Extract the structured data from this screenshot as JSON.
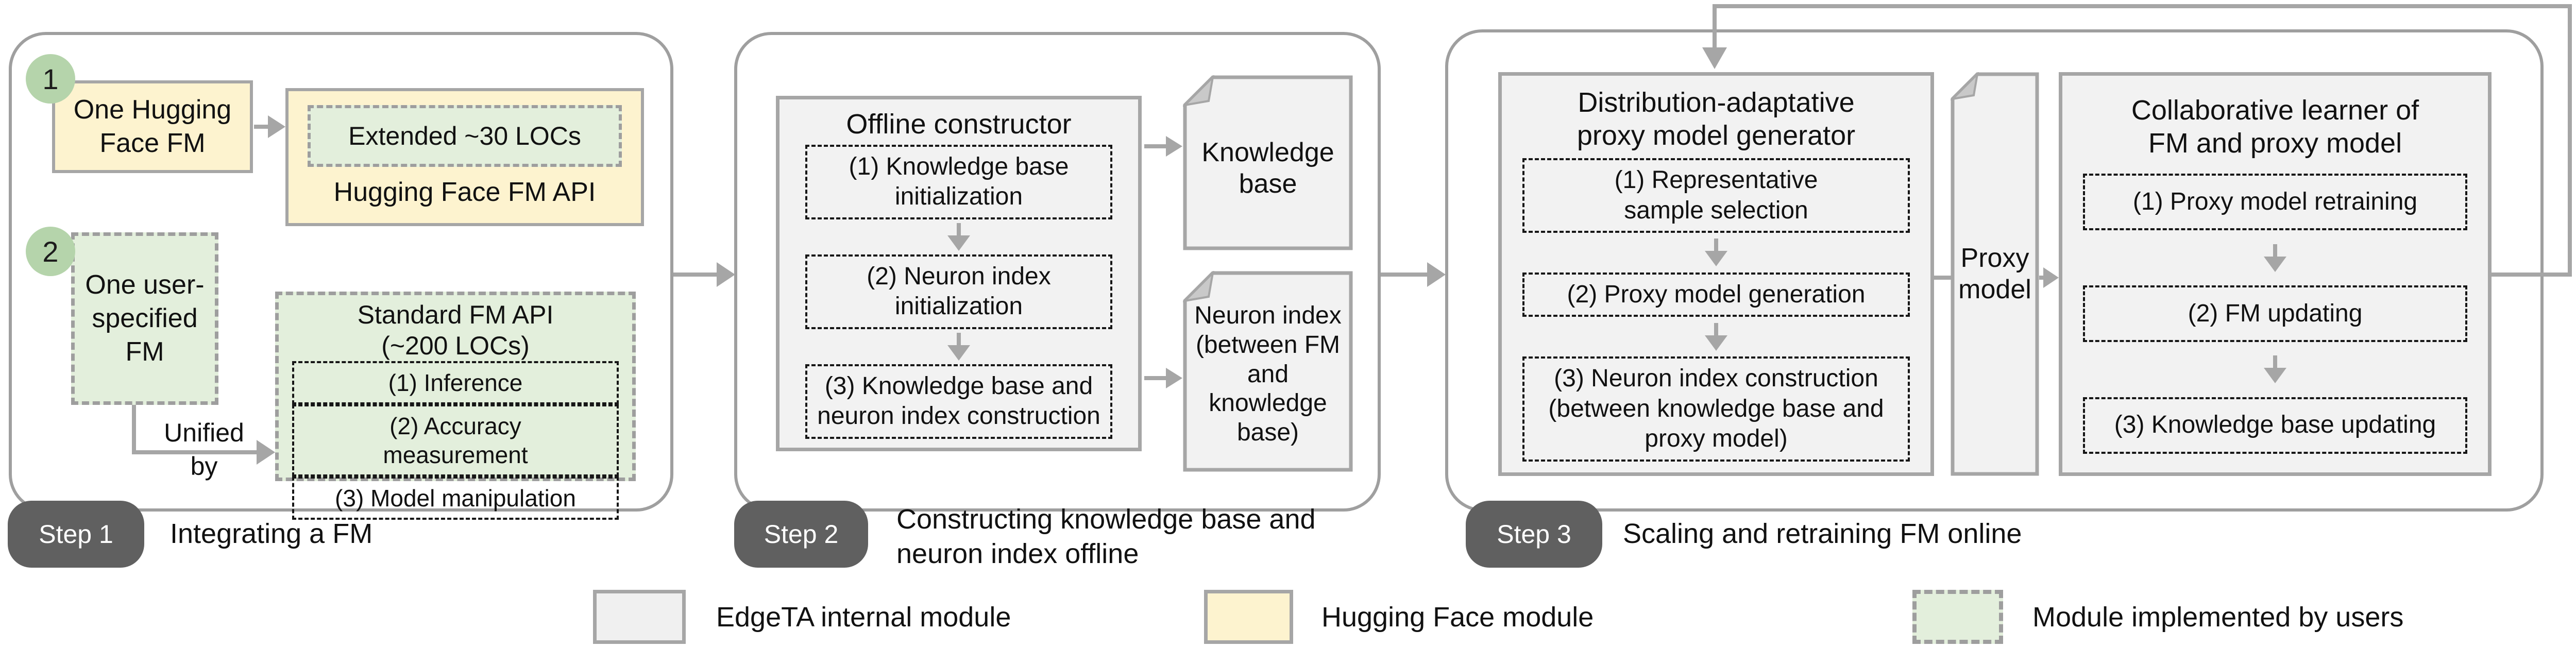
{
  "colors": {
    "panel_border": "#9f9f9f",
    "module_fill": "#f2f2f2",
    "module_border": "#a6a6a6",
    "huggingface_fill": "#fdf3cf",
    "user_module_fill": "#e3efdc",
    "marker_fill": "#b5d4ab",
    "badge_fill": "#606060",
    "connector": "#a6a6a6",
    "text": "#111111"
  },
  "step1": {
    "marker1": "1",
    "marker2": "2",
    "one_hugging_face_fm": "One Hugging Face FM",
    "extended_locs": "Extended ~30 LOCs",
    "hugging_face_fm_api": "Hugging Face FM API",
    "one_user_specified_fm": "One user-specified FM",
    "unified_line1": "Unified",
    "unified_line2": "by",
    "standard_api_title1": "Standard FM API",
    "standard_api_title2": "(~200 LOCs)",
    "standard_api_items": [
      "(1) Inference",
      "(2) Accuracy measurement",
      "(3) Model manipulation"
    ],
    "badge": "Step 1",
    "caption": "Integrating a FM"
  },
  "step2": {
    "module_title": "Offline constructor",
    "module_items": [
      "(1) Knowledge base initialization",
      "(2) Neuron index initialization",
      "(3) Knowledge base and neuron index construction"
    ],
    "knowledge_base_doc": "Knowledge base",
    "neuron_index_doc": "Neuron index (between FM and knowledge base)",
    "badge": "Step 2",
    "caption_line1": "Constructing knowledge base and",
    "caption_line2": "neuron index offline"
  },
  "step3": {
    "generator_title1": "Distribution-adaptative",
    "generator_title2": "proxy model generator",
    "generator_items": [
      "(1) Representative sample selection",
      "(2) Proxy model generation",
      "(3) Neuron index construction (between knowledge base and proxy model)"
    ],
    "proxy_model_doc": "Proxy model",
    "learner_title1": "Collaborative learner of",
    "learner_title2": "FM and proxy model",
    "learner_items": [
      "(1) Proxy model retraining",
      "(2) FM updating",
      "(3) Knowledge base updating"
    ],
    "badge": "Step 3",
    "caption": "Scaling and retraining FM online"
  },
  "legend": {
    "items": [
      {
        "label": "EdgeTA internal module"
      },
      {
        "label": "Hugging Face module"
      },
      {
        "label": "Module implemented by users"
      }
    ]
  }
}
